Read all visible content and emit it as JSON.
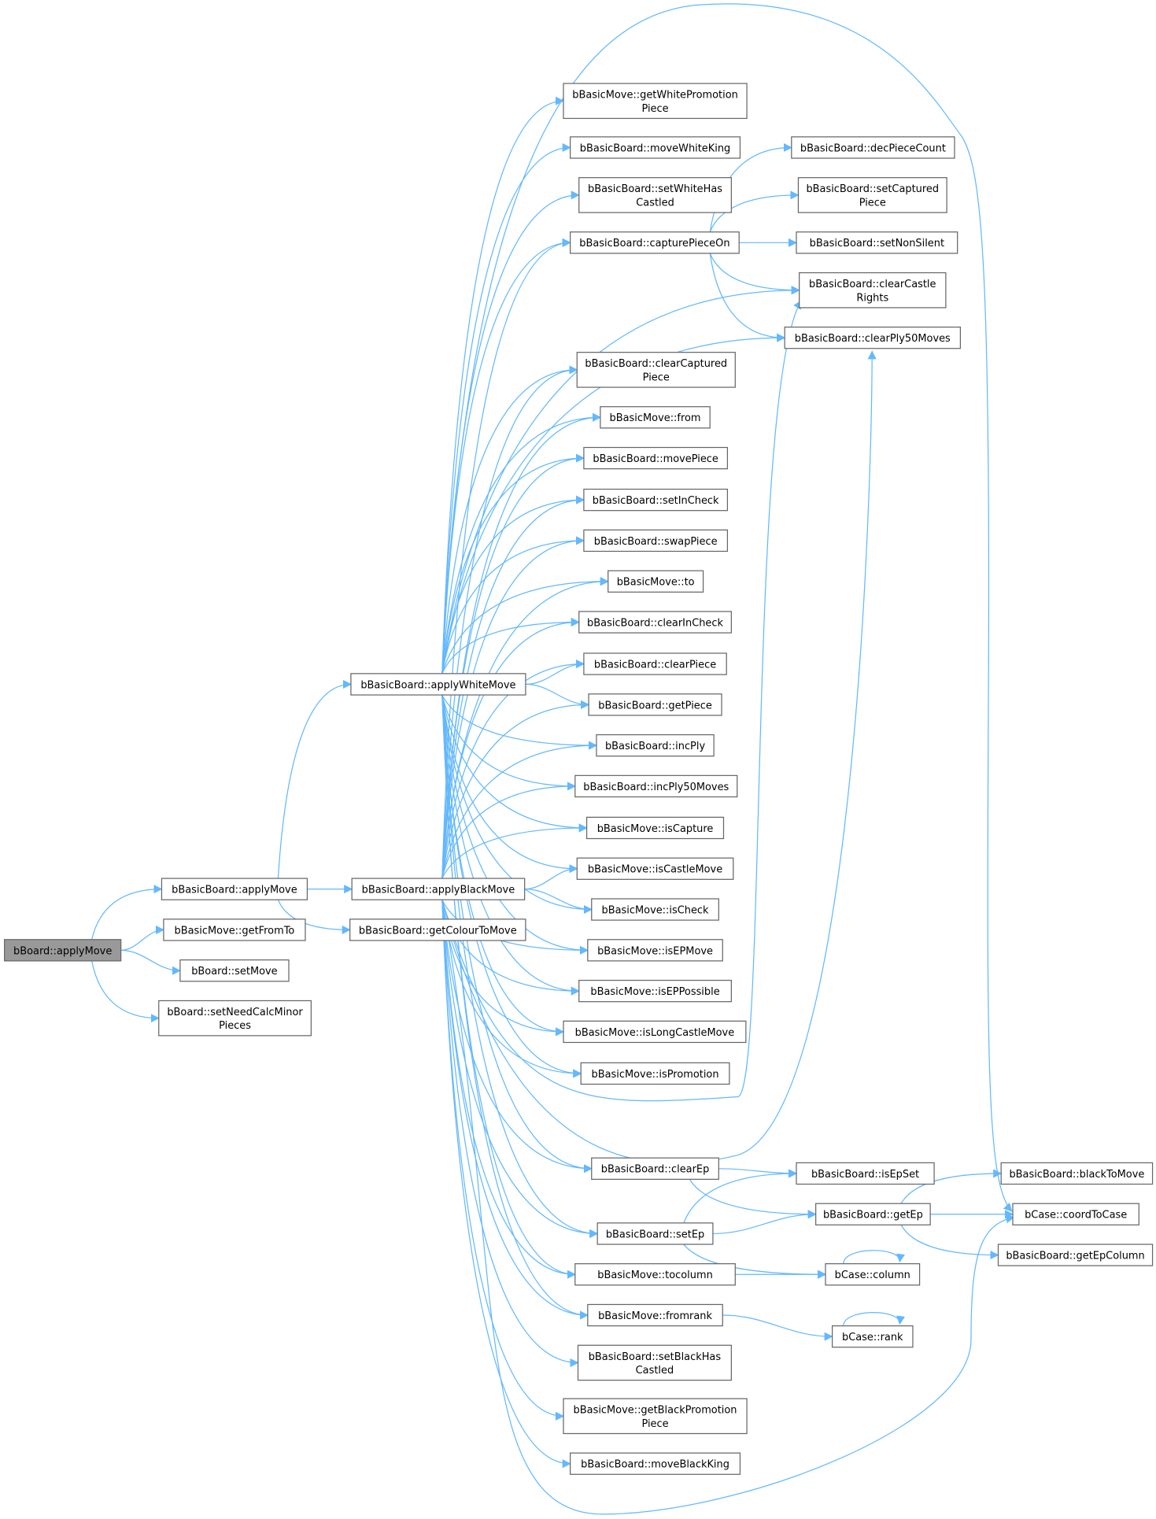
{
  "graph": {
    "type": "call-graph",
    "colors": {
      "edge": "#63b8ff",
      "node_border": "#666666",
      "root_fill": "#999999"
    },
    "nodes": [
      {
        "id": "root",
        "label": [
          "bBoard::applyMove"
        ]
      },
      {
        "id": "bbApplyMove",
        "label": [
          "bBasicBoard::applyMove"
        ]
      },
      {
        "id": "getFromTo",
        "label": [
          "bBasicMove::getFromTo"
        ]
      },
      {
        "id": "setMove",
        "label": [
          "bBoard::setMove"
        ]
      },
      {
        "id": "setNeedCalc",
        "label": [
          "bBoard::setNeedCalcMinor",
          "Pieces"
        ]
      },
      {
        "id": "applyWhite",
        "label": [
          "bBasicBoard::applyWhiteMove"
        ]
      },
      {
        "id": "applyBlack",
        "label": [
          "bBasicBoard::applyBlackMove"
        ]
      },
      {
        "id": "getColour",
        "label": [
          "bBasicBoard::getColourToMove"
        ]
      },
      {
        "id": "getWhiteProm",
        "label": [
          "bBasicMove::getWhitePromotion",
          "Piece"
        ]
      },
      {
        "id": "moveWhiteKing",
        "label": [
          "bBasicBoard::moveWhiteKing"
        ]
      },
      {
        "id": "setWhiteCastled",
        "label": [
          "bBasicBoard::setWhiteHas",
          "Castled"
        ]
      },
      {
        "id": "capturePieceOn",
        "label": [
          "bBasicBoard::capturePieceOn"
        ]
      },
      {
        "id": "clearCaptured",
        "label": [
          "bBasicBoard::clearCaptured",
          "Piece"
        ]
      },
      {
        "id": "from",
        "label": [
          "bBasicMove::from"
        ]
      },
      {
        "id": "movePiece",
        "label": [
          "bBasicBoard::movePiece"
        ]
      },
      {
        "id": "setInCheck",
        "label": [
          "bBasicBoard::setInCheck"
        ]
      },
      {
        "id": "swapPiece",
        "label": [
          "bBasicBoard::swapPiece"
        ]
      },
      {
        "id": "to",
        "label": [
          "bBasicMove::to"
        ]
      },
      {
        "id": "clearInCheck",
        "label": [
          "bBasicBoard::clearInCheck"
        ]
      },
      {
        "id": "clearPiece",
        "label": [
          "bBasicBoard::clearPiece"
        ]
      },
      {
        "id": "getPiece",
        "label": [
          "bBasicBoard::getPiece"
        ]
      },
      {
        "id": "incPly",
        "label": [
          "bBasicBoard::incPly"
        ]
      },
      {
        "id": "incPly50",
        "label": [
          "bBasicBoard::incPly50Moves"
        ]
      },
      {
        "id": "isCapture",
        "label": [
          "bBasicMove::isCapture"
        ]
      },
      {
        "id": "isCastleMove",
        "label": [
          "bBasicMove::isCastleMove"
        ]
      },
      {
        "id": "isCheck",
        "label": [
          "bBasicMove::isCheck"
        ]
      },
      {
        "id": "isEPMove",
        "label": [
          "bBasicMove::isEPMove"
        ]
      },
      {
        "id": "isEPPossible",
        "label": [
          "bBasicMove::isEPPossible"
        ]
      },
      {
        "id": "isLongCastle",
        "label": [
          "bBasicMove::isLongCastleMove"
        ]
      },
      {
        "id": "isPromotion",
        "label": [
          "bBasicMove::isPromotion"
        ]
      },
      {
        "id": "clearEp",
        "label": [
          "bBasicBoard::clearEp"
        ]
      },
      {
        "id": "setEp",
        "label": [
          "bBasicBoard::setEp"
        ]
      },
      {
        "id": "tocolumn",
        "label": [
          "bBasicMove::tocolumn"
        ]
      },
      {
        "id": "fromrank",
        "label": [
          "bBasicMove::fromrank"
        ]
      },
      {
        "id": "setBlackCastled",
        "label": [
          "bBasicBoard::setBlackHas",
          "Castled"
        ]
      },
      {
        "id": "getBlackProm",
        "label": [
          "bBasicMove::getBlackPromotion",
          "Piece"
        ]
      },
      {
        "id": "moveBlackKing",
        "label": [
          "bBasicBoard::moveBlackKing"
        ]
      },
      {
        "id": "decPieceCount",
        "label": [
          "bBasicBoard::decPieceCount"
        ]
      },
      {
        "id": "setCapturedPiece",
        "label": [
          "bBasicBoard::setCaptured",
          "Piece"
        ]
      },
      {
        "id": "setNonSilent",
        "label": [
          "bBasicBoard::setNonSilent"
        ]
      },
      {
        "id": "clearCastleRights",
        "label": [
          "bBasicBoard::clearCastle",
          "Rights"
        ]
      },
      {
        "id": "clearPly50",
        "label": [
          "bBasicBoard::clearPly50Moves"
        ]
      },
      {
        "id": "isEpSet",
        "label": [
          "bBasicBoard::isEpSet"
        ]
      },
      {
        "id": "getEp",
        "label": [
          "bBasicBoard::getEp"
        ]
      },
      {
        "id": "column",
        "label": [
          "bCase::column"
        ]
      },
      {
        "id": "rank",
        "label": [
          "bCase::rank"
        ]
      },
      {
        "id": "blackToMove",
        "label": [
          "bBasicBoard::blackToMove"
        ]
      },
      {
        "id": "coordToCase",
        "label": [
          "bCase::coordToCase"
        ]
      },
      {
        "id": "getEpColumn",
        "label": [
          "bBasicBoard::getEpColumn"
        ]
      }
    ],
    "edges": [
      [
        "root",
        "bbApplyMove"
      ],
      [
        "root",
        "getFromTo"
      ],
      [
        "root",
        "setMove"
      ],
      [
        "root",
        "setNeedCalc"
      ],
      [
        "bbApplyMove",
        "applyWhite"
      ],
      [
        "bbApplyMove",
        "applyBlack"
      ],
      [
        "bbApplyMove",
        "getColour"
      ],
      [
        "applyWhite",
        "getWhiteProm"
      ],
      [
        "applyWhite",
        "moveWhiteKing"
      ],
      [
        "applyWhite",
        "setWhiteCastled"
      ],
      [
        "applyWhite",
        "capturePieceOn"
      ],
      [
        "applyWhite",
        "clearCastleRights"
      ],
      [
        "applyWhite",
        "clearPly50"
      ],
      [
        "applyWhite",
        "clearCaptured"
      ],
      [
        "applyWhite",
        "from"
      ],
      [
        "applyWhite",
        "movePiece"
      ],
      [
        "applyWhite",
        "setInCheck"
      ],
      [
        "applyWhite",
        "swapPiece"
      ],
      [
        "applyWhite",
        "to"
      ],
      [
        "applyWhite",
        "clearInCheck"
      ],
      [
        "applyWhite",
        "clearPiece"
      ],
      [
        "applyWhite",
        "getPiece"
      ],
      [
        "applyWhite",
        "incPly"
      ],
      [
        "applyWhite",
        "incPly50"
      ],
      [
        "applyWhite",
        "isCapture"
      ],
      [
        "applyWhite",
        "isCastleMove"
      ],
      [
        "applyWhite",
        "isCheck"
      ],
      [
        "applyWhite",
        "isEPMove"
      ],
      [
        "applyWhite",
        "isEPPossible"
      ],
      [
        "applyWhite",
        "isLongCastle"
      ],
      [
        "applyWhite",
        "isPromotion"
      ],
      [
        "applyWhite",
        "clearEp"
      ],
      [
        "applyWhite",
        "setEp"
      ],
      [
        "applyWhite",
        "tocolumn"
      ],
      [
        "applyWhite",
        "fromrank"
      ],
      [
        "applyWhite",
        "coordToCase"
      ],
      [
        "applyBlack",
        "capturePieceOn"
      ],
      [
        "applyBlack",
        "clearCaptured"
      ],
      [
        "applyBlack",
        "from"
      ],
      [
        "applyBlack",
        "movePiece"
      ],
      [
        "applyBlack",
        "setInCheck"
      ],
      [
        "applyBlack",
        "swapPiece"
      ],
      [
        "applyBlack",
        "to"
      ],
      [
        "applyBlack",
        "clearInCheck"
      ],
      [
        "applyBlack",
        "clearPiece"
      ],
      [
        "applyBlack",
        "getPiece"
      ],
      [
        "applyBlack",
        "incPly"
      ],
      [
        "applyBlack",
        "incPly50"
      ],
      [
        "applyBlack",
        "isCapture"
      ],
      [
        "applyBlack",
        "isCastleMove"
      ],
      [
        "applyBlack",
        "isCheck"
      ],
      [
        "applyBlack",
        "isEPMove"
      ],
      [
        "applyBlack",
        "isEPPossible"
      ],
      [
        "applyBlack",
        "isLongCastle"
      ],
      [
        "applyBlack",
        "isPromotion"
      ],
      [
        "applyBlack",
        "clearCastleRights"
      ],
      [
        "applyBlack",
        "clearPly50"
      ],
      [
        "applyBlack",
        "clearEp"
      ],
      [
        "applyBlack",
        "setEp"
      ],
      [
        "applyBlack",
        "tocolumn"
      ],
      [
        "applyBlack",
        "fromrank"
      ],
      [
        "applyBlack",
        "setBlackCastled"
      ],
      [
        "applyBlack",
        "getBlackProm"
      ],
      [
        "applyBlack",
        "moveBlackKing"
      ],
      [
        "applyBlack",
        "coordToCase"
      ],
      [
        "capturePieceOn",
        "decPieceCount"
      ],
      [
        "capturePieceOn",
        "setCapturedPiece"
      ],
      [
        "capturePieceOn",
        "setNonSilent"
      ],
      [
        "capturePieceOn",
        "clearCastleRights"
      ],
      [
        "capturePieceOn",
        "clearPly50"
      ],
      [
        "clearEp",
        "isEpSet"
      ],
      [
        "clearEp",
        "getEp"
      ],
      [
        "setEp",
        "isEpSet"
      ],
      [
        "setEp",
        "getEp"
      ],
      [
        "setEp",
        "column"
      ],
      [
        "tocolumn",
        "column"
      ],
      [
        "fromrank",
        "rank"
      ],
      [
        "getEp",
        "blackToMove"
      ],
      [
        "getEp",
        "coordToCase"
      ],
      [
        "getEp",
        "getEpColumn"
      ],
      [
        "column",
        "column"
      ],
      [
        "rank",
        "rank"
      ]
    ]
  }
}
